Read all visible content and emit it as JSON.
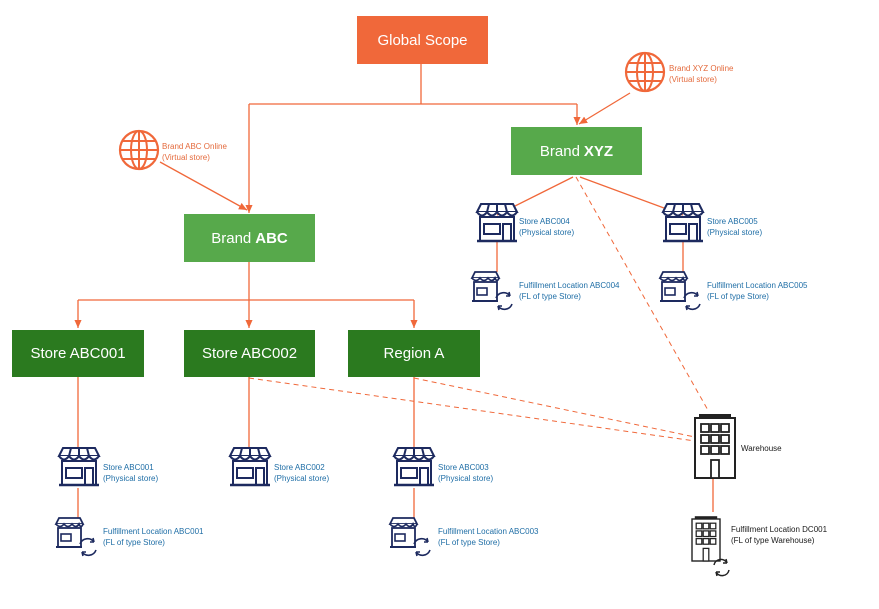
{
  "colors": {
    "orange": "#f0683a",
    "green_light": "#57a94b",
    "green_dark": "#2b7a1f",
    "navy": "#1d2a5f",
    "label_blue": "#1f6ea6",
    "label_orange": "#e46a3c"
  },
  "nodes": {
    "global": {
      "label": "Global Scope"
    },
    "brand_abc": {
      "prefix": "Brand",
      "bold": "ABC"
    },
    "brand_xyz": {
      "prefix": "Brand",
      "bold": "XYZ"
    },
    "store_abc001": {
      "label": "Store ABC001"
    },
    "store_abc002": {
      "label": "Store ABC002"
    },
    "region_a": {
      "label": "Region A"
    }
  },
  "virtual_stores": {
    "abc_online": {
      "name": "Brand ABC Online",
      "type": "(Virtual store)",
      "icon": "globe-icon"
    },
    "xyz_online": {
      "name": "Brand XYZ Online",
      "type": "(Virtual store)",
      "icon": "globe-icon"
    }
  },
  "physical_stores": {
    "abc001": {
      "name": "Store ABC001",
      "type": "(Physical store)",
      "icon": "storefront-icon"
    },
    "abc002": {
      "name": "Store ABC002",
      "type": "(Physical store)",
      "icon": "storefront-icon"
    },
    "abc003": {
      "name": "Store ABC003",
      "type": "(Physical store)",
      "icon": "storefront-icon"
    },
    "abc004": {
      "name": "Store ABC004",
      "type": "(Physical store)",
      "icon": "storefront-icon"
    },
    "abc005": {
      "name": "Store ABC005",
      "type": "(Physical store)",
      "icon": "storefront-icon"
    }
  },
  "fulfillment_locations": {
    "abc001": {
      "name": "Fulfillment Location ABC001",
      "type": "(FL of type Store)",
      "icon": "store-sync-icon"
    },
    "abc003": {
      "name": "Fulfillment Location ABC003",
      "type": "(FL of type Store)",
      "icon": "store-sync-icon"
    },
    "abc004": {
      "name": "Fulfillment Location ABC004",
      "type": "(FL of type Store)",
      "icon": "store-sync-icon"
    },
    "abc005": {
      "name": "Fulfillment Location ABC005",
      "type": "(FL of type Store)",
      "icon": "store-sync-icon"
    },
    "dc001": {
      "name": "Fulfillment Location DC001",
      "type": "(FL of type Warehouse)",
      "icon": "warehouse-sync-icon"
    }
  },
  "warehouse": {
    "name": "Warehouse",
    "icon": "warehouse-icon"
  }
}
